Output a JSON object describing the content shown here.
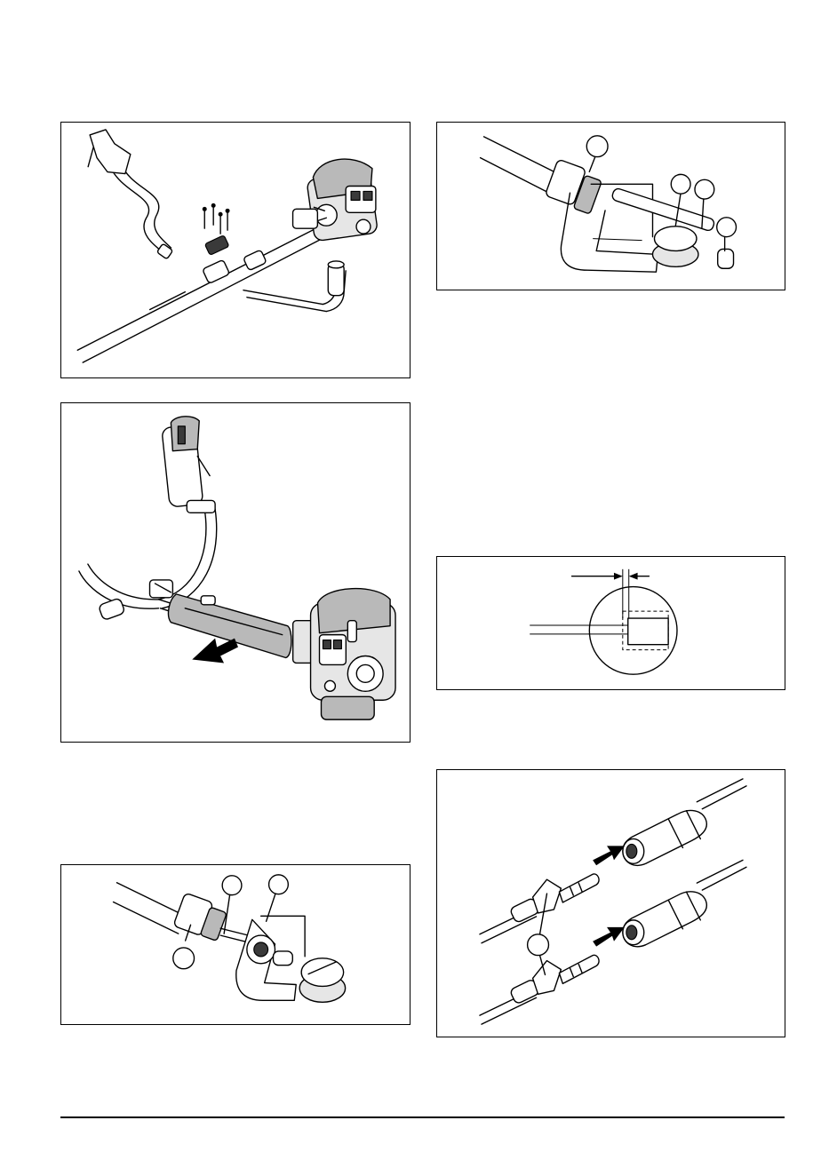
{
  "page": {
    "figures": [
      {
        "id": "fig-handle-assembly",
        "icon": "handle-assembly-illustration"
      },
      {
        "id": "fig-grip-slide",
        "icon": "grip-slide-illustration"
      },
      {
        "id": "fig-cable-nut-bracket",
        "icon": "cable-nut-bracket-illustration"
      },
      {
        "id": "fig-cable-bracket-detail",
        "icon": "cable-bracket-detail-illustration"
      },
      {
        "id": "fig-cable-play-gauge",
        "icon": "cable-play-gauge-illustration"
      },
      {
        "id": "fig-cable-connectors",
        "icon": "cable-connector-illustration"
      }
    ]
  }
}
